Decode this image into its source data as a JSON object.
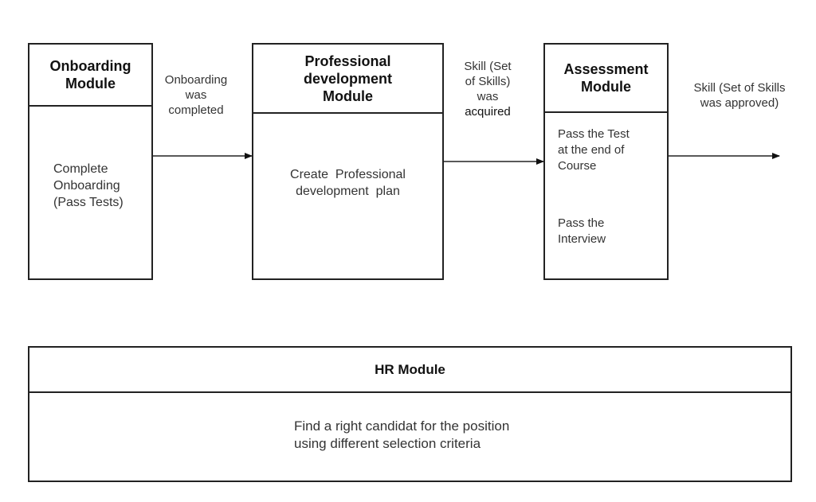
{
  "nodes": {
    "onboarding": {
      "title_line1": "Onboarding",
      "title_line2": "Module",
      "body": [
        "Complete",
        "Onboarding",
        "(Pass Tests)"
      ]
    },
    "professional": {
      "title_line1": "Professional",
      "title_line2": "development",
      "title_line3": "Module",
      "body": [
        "Create  Professional",
        "development  plan"
      ]
    },
    "assessment": {
      "title_line1": "Assessment",
      "title_line2": "Module",
      "body_a": [
        "Pass the Test",
        "at the end of",
        "Course"
      ],
      "body_b": [
        "Pass the",
        "Interview"
      ]
    },
    "hr": {
      "title": "HR Module",
      "body": [
        "Find a right candidat for the position",
        "using different selection criteria"
      ]
    }
  },
  "edges": [
    {
      "label": [
        "Onboarding",
        "was",
        "completed"
      ]
    },
    {
      "label": [
        "Skill (Set",
        "of Skills)",
        "was",
        "acquired"
      ]
    },
    {
      "label": [
        "Skill (Set of Skills",
        "was approved)"
      ]
    }
  ],
  "colors": {
    "stroke": "#222222",
    "text": "#333333"
  }
}
